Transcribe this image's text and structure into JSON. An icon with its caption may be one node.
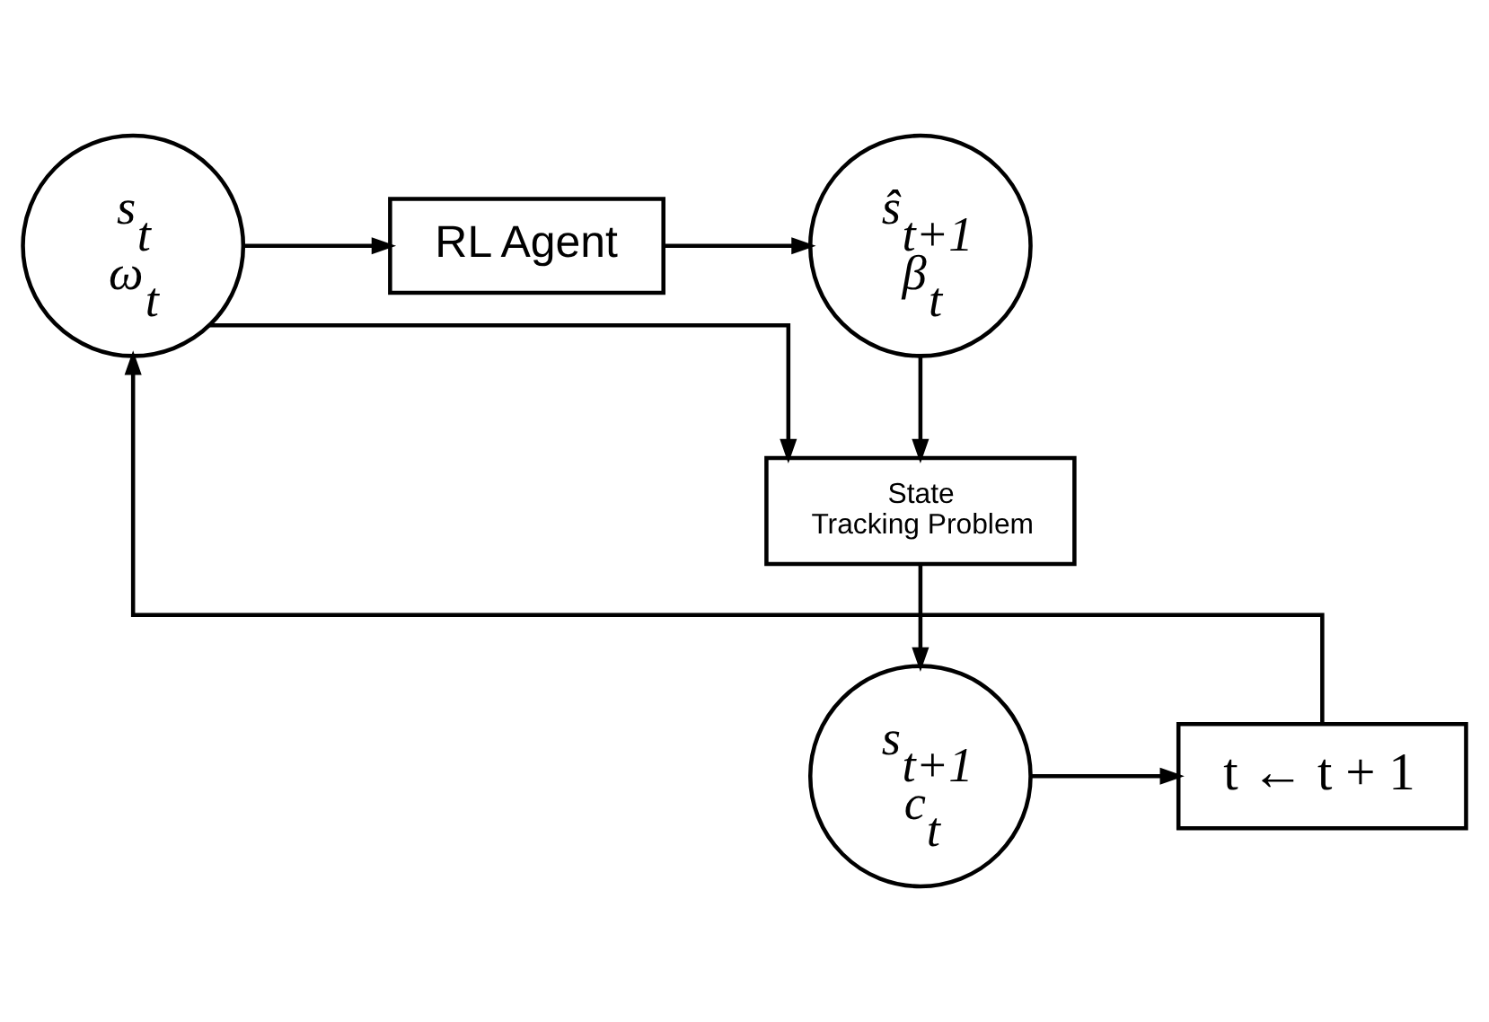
{
  "diagram": {
    "nodes": [
      {
        "text": [
          "s$_{t}$",
          "ω$_{t}$"
        ]
      },
      {
        "text": [
          "RL Agent"
        ]
      },
      {
        "text": [
          "ŝ$_{t+1}$",
          "β$_{t}$"
        ]
      },
      {
        "text": [
          "State Tracking Problem"
        ]
      },
      {
        "text": [
          "s$_{t+1}$",
          "c$_{t}$"
        ]
      },
      {
        "text": [
          "t ← t + 1"
        ]
      }
    ],
    "edges": [
      {
        "from": 0,
        "to": 1,
        "arrow": "to"
      },
      {
        "from": 1,
        "to": 2,
        "arrow": "to"
      },
      {
        "from": 2,
        "to": 3,
        "arrow": "to"
      },
      {
        "from": 0,
        "to": 3,
        "arrow": "to"
      },
      {
        "from": 3,
        "to": 4,
        "arrow": "to"
      },
      {
        "from": 4,
        "to": 5,
        "arrow": "to"
      },
      {
        "from": 5,
        "to": 0,
        "arrow": "to"
      }
    ]
  }
}
